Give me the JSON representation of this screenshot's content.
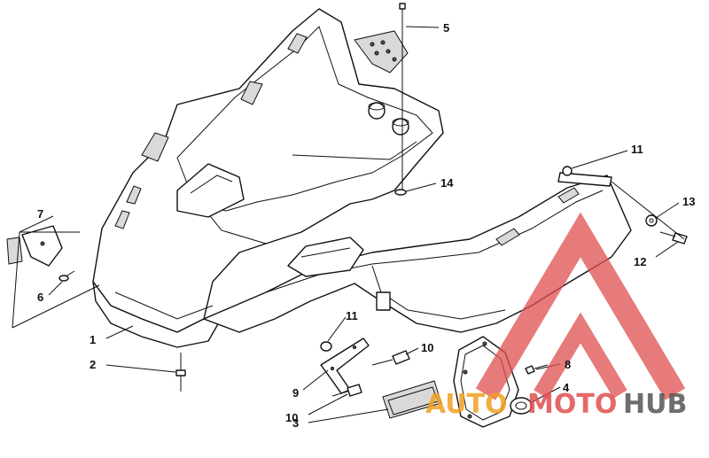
{
  "callouts": [
    {
      "id": "1",
      "label": "1"
    },
    {
      "id": "2",
      "label": "2"
    },
    {
      "id": "3",
      "label": "3"
    },
    {
      "id": "4",
      "label": "4"
    },
    {
      "id": "5",
      "label": "5"
    },
    {
      "id": "6",
      "label": "6"
    },
    {
      "id": "7",
      "label": "7"
    },
    {
      "id": "8",
      "label": "8"
    },
    {
      "id": "9",
      "label": "9"
    },
    {
      "id": "10a",
      "label": "10"
    },
    {
      "id": "10b",
      "label": "10"
    },
    {
      "id": "11a",
      "label": "11"
    },
    {
      "id": "11b",
      "label": "11"
    },
    {
      "id": "12",
      "label": "12"
    },
    {
      "id": "13",
      "label": "13"
    },
    {
      "id": "14",
      "label": "14"
    }
  ],
  "watermark": {
    "part1": "AUTO",
    "part2": "MOTO",
    "part3": "HUB",
    "color_red": "#e05050",
    "color_orange": "#f0a020",
    "color_gray": "#555555"
  }
}
